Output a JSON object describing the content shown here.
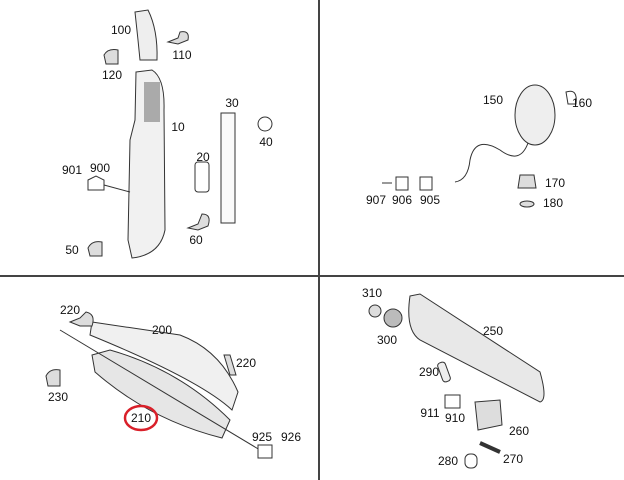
{
  "panels": {
    "top_left": {
      "labels": [
        "100",
        "110",
        "120",
        "10",
        "30",
        "40",
        "20",
        "901",
        "900",
        "60",
        "50"
      ]
    },
    "top_right": {
      "labels": [
        "150",
        "160",
        "170",
        "907",
        "906",
        "905",
        "180"
      ]
    },
    "bottom_left": {
      "labels": [
        "220",
        "200",
        "220",
        "230",
        "210",
        "925",
        "926"
      ],
      "highlighted": "210"
    },
    "bottom_right": {
      "labels": [
        "310",
        "300",
        "250",
        "290",
        "911",
        "910",
        "260",
        "280",
        "270"
      ]
    }
  },
  "colors": {
    "highlight": "#d9202a",
    "line": "#333333"
  }
}
